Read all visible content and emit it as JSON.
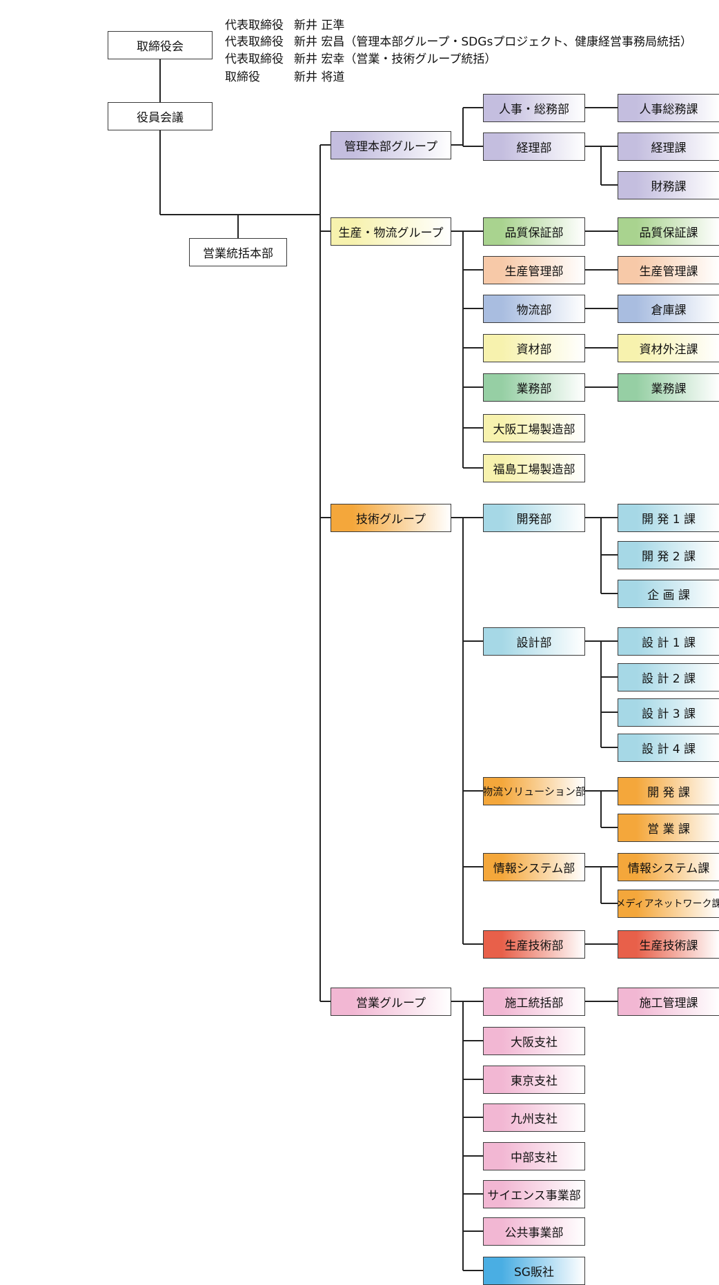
{
  "executives": [
    {
      "role": "代表取締役",
      "name": "新井 正準"
    },
    {
      "role": "代表取締役",
      "name": "新井 宏昌（管理本部グループ・SDGsプロジェクト、健康経営事務局統括）"
    },
    {
      "role": "代表取締役",
      "name": "新井 宏幸（営業・技術グループ統括）"
    },
    {
      "role": "取締役",
      "name": "新井 将道"
    }
  ],
  "colors": {
    "white": "#ffffff",
    "lavender": "#c4bedf",
    "yellow": "#f7f2ae",
    "green": "#a9d38f",
    "peach": "#f7c9a8",
    "blue": "#a9bde0",
    "mint": "#96cfa4",
    "lightblue": "#a6d8e6",
    "orange": "#f4a73b",
    "red": "#e8604a",
    "pink": "#f2b7d3",
    "skyblue": "#4aaee3"
  },
  "board": {
    "label": "取締役会"
  },
  "officers": {
    "label": "役員会議"
  },
  "sales_hq": {
    "label": "営業統括本部"
  },
  "groups": [
    {
      "label": "管理本部グループ",
      "departments": [
        {
          "label": "人事・総務部",
          "sections": [
            "人事総務課"
          ]
        },
        {
          "label": "経理部",
          "sections": [
            "経理課",
            "財務課"
          ]
        }
      ]
    },
    {
      "label": "生産・物流グループ",
      "departments": [
        {
          "label": "品質保証部",
          "sections": [
            "品質保証課"
          ]
        },
        {
          "label": "生産管理部",
          "sections": [
            "生産管理課"
          ]
        },
        {
          "label": "物流部",
          "sections": [
            "倉庫課"
          ]
        },
        {
          "label": "資材部",
          "sections": [
            "資材外注課"
          ]
        },
        {
          "label": "業務部",
          "sections": [
            "業務課"
          ]
        },
        {
          "label": "大阪工場製造部",
          "sections": []
        },
        {
          "label": "福島工場製造部",
          "sections": []
        }
      ]
    },
    {
      "label": "技術グループ",
      "departments": [
        {
          "label": "開発部",
          "sections": [
            "開 発 1 課",
            "開 発 2 課",
            "企 画 課"
          ]
        },
        {
          "label": "設計部",
          "sections": [
            "設 計 1 課",
            "設 計 2 課",
            "設 計 3 課",
            "設 計 4 課"
          ]
        },
        {
          "label": "物流ソリューション部",
          "sections": [
            "開 発 課",
            "営 業 課"
          ]
        },
        {
          "label": "情報システム部",
          "sections": [
            "情報システム課",
            "メディアネットワーク課"
          ]
        },
        {
          "label": "生産技術部",
          "sections": [
            "生産技術課"
          ]
        }
      ]
    },
    {
      "label": "営業グループ",
      "departments": [
        {
          "label": "施工統括部",
          "sections": [
            "施工管理課"
          ]
        },
        {
          "label": "大阪支社",
          "sections": []
        },
        {
          "label": "東京支社",
          "sections": []
        },
        {
          "label": "九州支社",
          "sections": []
        },
        {
          "label": "中部支社",
          "sections": []
        },
        {
          "label": "サイエンス事業部",
          "sections": []
        },
        {
          "label": "公共事業部",
          "sections": []
        },
        {
          "label": "SG販社",
          "sections": []
        }
      ]
    }
  ]
}
